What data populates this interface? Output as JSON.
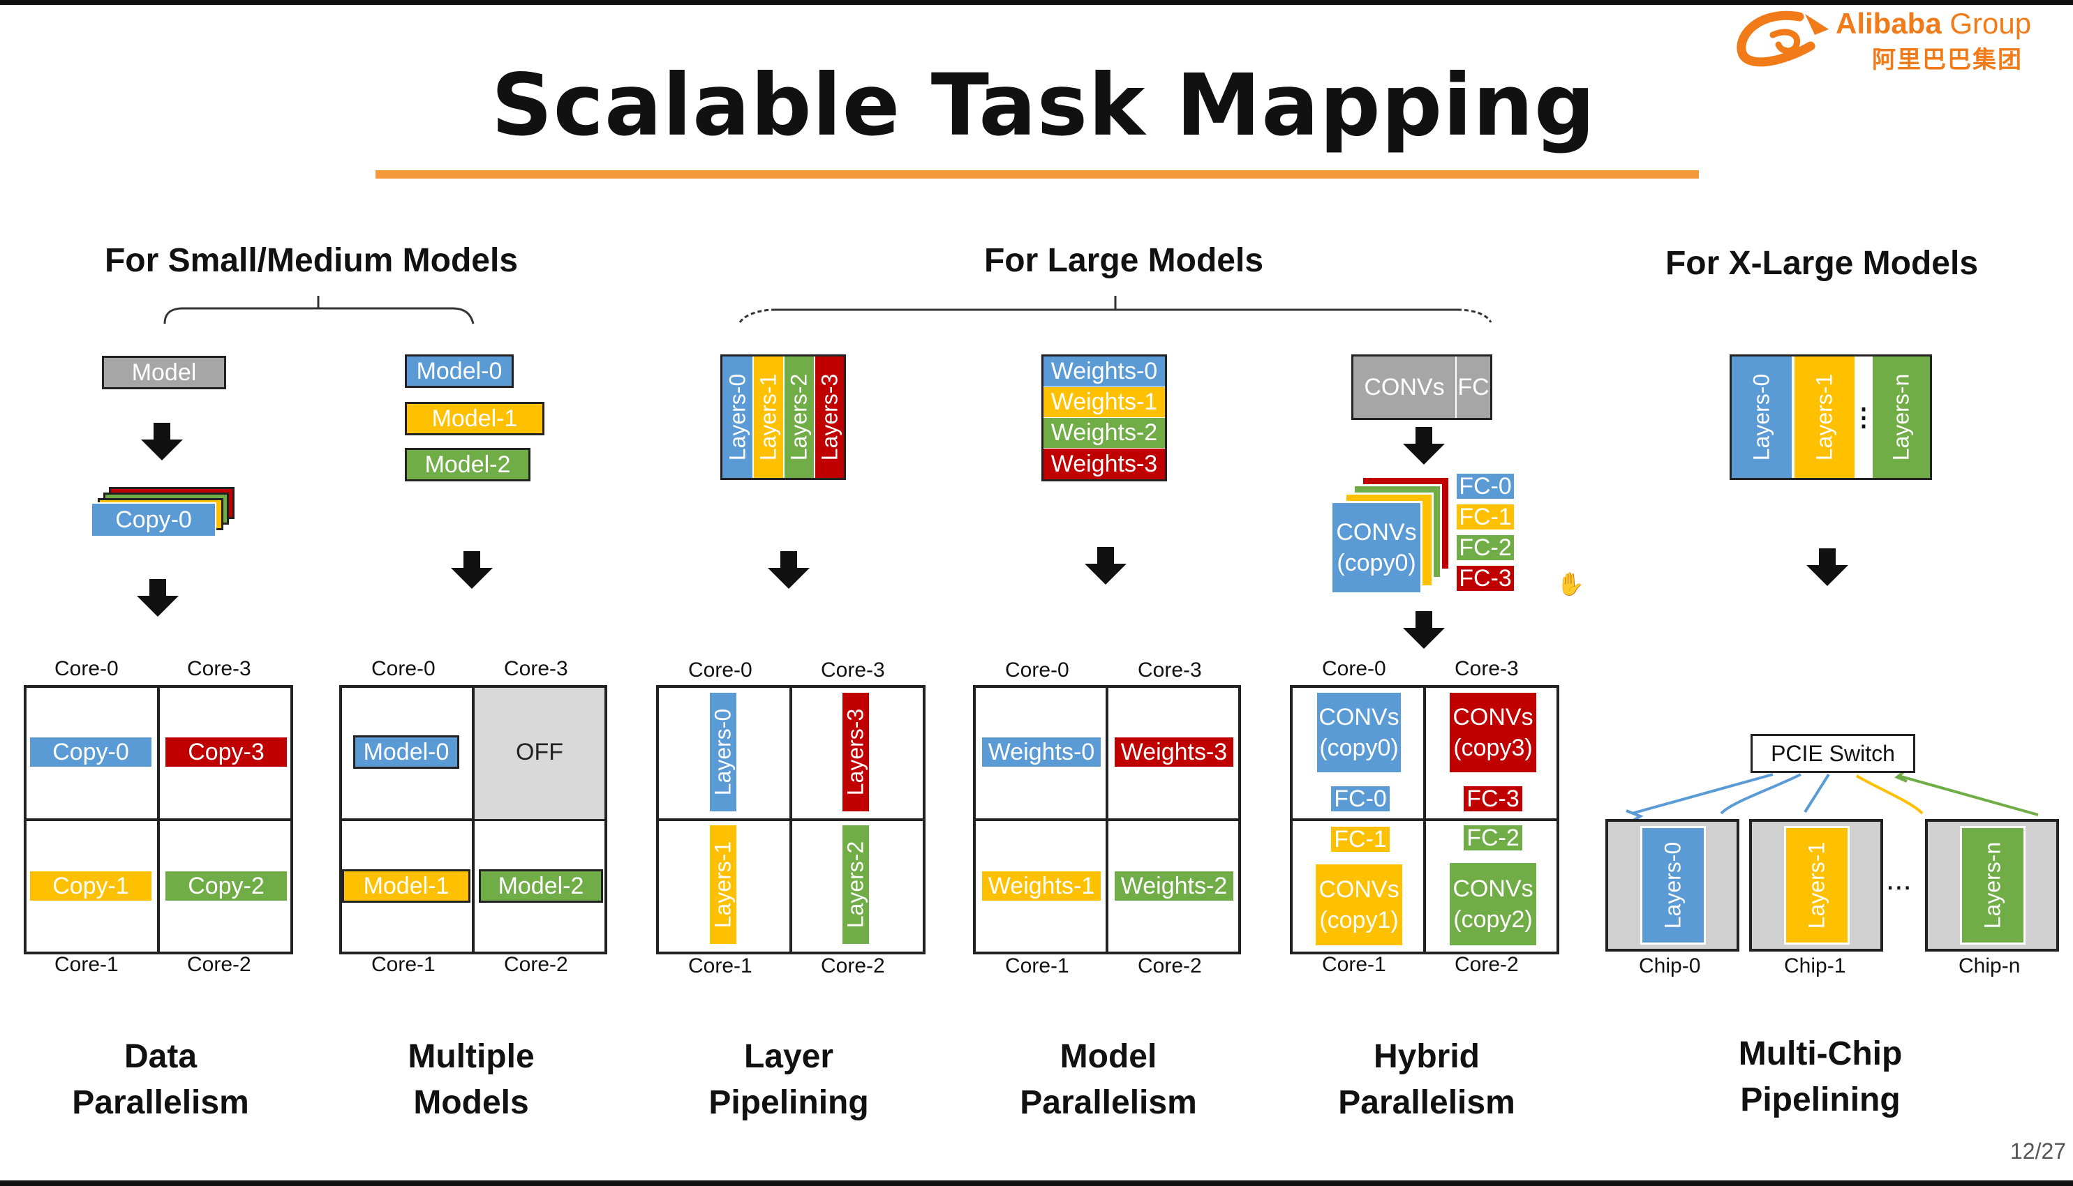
{
  "slide": {
    "title": "Scalable Task Mapping",
    "page_number": "12/27",
    "brand": {
      "en_main": "Alibaba",
      "en_group": "Group",
      "cn": "阿里巴巴集团"
    },
    "accent_color": "#f39a3c"
  },
  "headings": {
    "small_medium": "For Small/Medium Models",
    "large": "For Large Models",
    "xlarge": "For X-Large Models"
  },
  "colors": {
    "blue": "#5b9bd5",
    "orange": "#ffc000",
    "green": "#70ad47",
    "red": "#c00000",
    "gray": "#a6a6a6"
  },
  "cores": {
    "c0": "Core-0",
    "c1": "Core-1",
    "c2": "Core-2",
    "c3": "Core-3"
  },
  "data_parallelism": {
    "model": "Model",
    "copy_stack": "Copy-0",
    "cells": [
      "Copy-0",
      "Copy-3",
      "Copy-1",
      "Copy-2"
    ],
    "caption_l1": "Data",
    "caption_l2": "Parallelism"
  },
  "multiple_models": {
    "models": [
      "Model-0",
      "Model-1",
      "Model-2"
    ],
    "cells": [
      "Model-0",
      "OFF",
      "Model-1",
      "Model-2"
    ],
    "caption_l1": "Multiple",
    "caption_l2": "Models"
  },
  "layer_pipelining": {
    "layers": [
      "Layers-0",
      "Layers-1",
      "Layers-2",
      "Layers-3"
    ],
    "cells": [
      "Layers-0",
      "Layers-3",
      "Layers-1",
      "Layers-2"
    ],
    "caption_l1": "Layer",
    "caption_l2": "Pipelining"
  },
  "model_parallelism": {
    "weights": [
      "Weights-0",
      "Weights-1",
      "Weights-2",
      "Weights-3"
    ],
    "cells": [
      "Weights-0",
      "Weights-3",
      "Weights-1",
      "Weights-2"
    ],
    "caption_l1": "Model",
    "caption_l2": "Parallelism"
  },
  "hybrid_parallelism": {
    "convs": "CONVs",
    "fc": "FC",
    "stack_convs_l1": "CONVs",
    "stack_convs_l2": "(copy0)",
    "fcs": [
      "FC-0",
      "FC-1",
      "FC-2",
      "FC-3"
    ],
    "cells": {
      "c0_l1": "CONVs",
      "c0_l2": "(copy0)",
      "c0_fc": "FC-0",
      "c3_l1": "CONVs",
      "c3_l2": "(copy3)",
      "c3_fc": "FC-3",
      "c1_fc": "FC-1",
      "c1_l1": "CONVs",
      "c1_l2": "(copy1)",
      "c2_fc": "FC-2",
      "c2_l1": "CONVs",
      "c2_l2": "(copy2)"
    },
    "caption_l1": "Hybrid",
    "caption_l2": "Parallelism"
  },
  "multi_chip": {
    "layers": [
      "Layers-0",
      "Layers-1",
      "⋮",
      "Layers-n"
    ],
    "switch": "PCIE Switch",
    "chips": [
      "Layers-0",
      "Layers-1",
      "Layers-n"
    ],
    "chip_labels": [
      "Chip-0",
      "Chip-1",
      "Chip-n"
    ],
    "ellipsis": "...",
    "caption_l1": "Multi-Chip",
    "caption_l2": "Pipelining"
  }
}
